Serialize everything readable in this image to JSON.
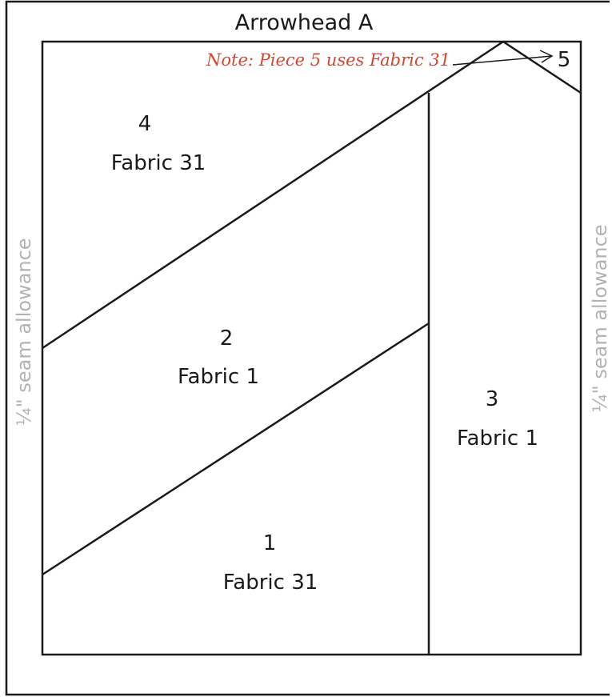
{
  "title": "Arrowhead A",
  "seam_allowance": {
    "left": "¼\" seam allowance",
    "right": "¼\" seam allowance"
  },
  "note": {
    "text": "Note: Piece 5 uses Fabric 31",
    "color": "#d9442f"
  },
  "pieces": [
    {
      "number": "1",
      "fabric": "Fabric 31"
    },
    {
      "number": "2",
      "fabric": "Fabric 1"
    },
    {
      "number": "3",
      "fabric": "Fabric 1"
    },
    {
      "number": "4",
      "fabric": "Fabric 31"
    },
    {
      "number": "5"
    }
  ],
  "colors": {
    "line": "#1a1a1a",
    "seam_text": "#b3b3b3"
  }
}
